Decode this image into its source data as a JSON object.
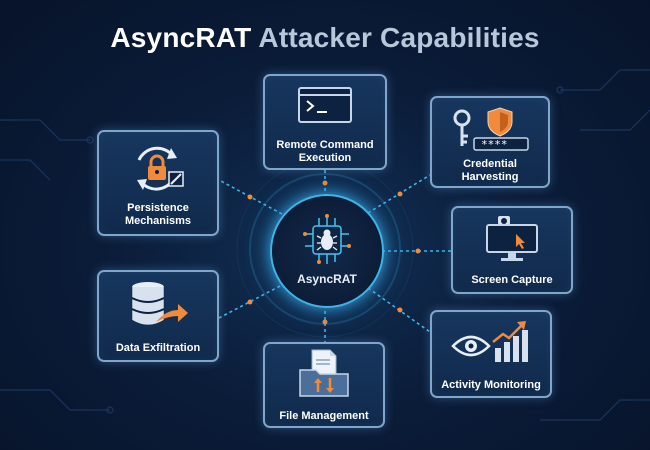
{
  "title": {
    "part1": "AsyncRAT",
    "part2": "Attacker Capabilities"
  },
  "hub": {
    "label": "AsyncRAT",
    "icon": "bug-chip-icon"
  },
  "capabilities": [
    {
      "id": "remote-command-execution",
      "line1": "Remote Command",
      "line2": "Execution",
      "icon": "terminal-icon"
    },
    {
      "id": "credential-harvesting",
      "line1": "Credential",
      "line2": "Harvesting",
      "icon": "key-shield-password-icon"
    },
    {
      "id": "screen-capture",
      "line1": "Screen Capture",
      "line2": "",
      "icon": "monitor-camera-icon"
    },
    {
      "id": "activity-monitoring",
      "line1": "Activity Monitoring",
      "line2": "",
      "icon": "eye-chart-icon"
    },
    {
      "id": "file-management",
      "line1": "File Management",
      "line2": "",
      "icon": "folder-document-icon"
    },
    {
      "id": "data-exfiltration",
      "line1": "Data Exfiltration",
      "line2": "",
      "icon": "database-arrow-icon"
    },
    {
      "id": "persistence-mechanisms",
      "line1": "Persistence",
      "line2": "Mechanisms",
      "icon": "lock-cycle-icon"
    }
  ],
  "colors": {
    "accent_orange": "#f08a3c",
    "line_blue": "#3fb4e6",
    "card_border": "#7fa6cc"
  }
}
